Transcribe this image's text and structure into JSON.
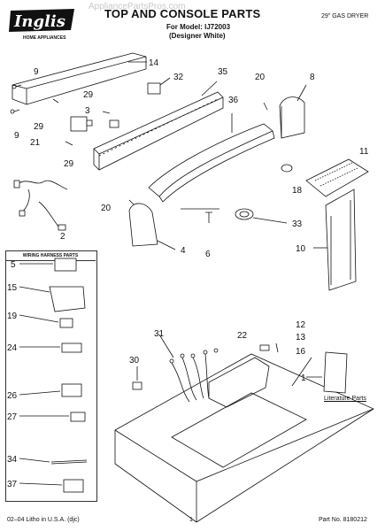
{
  "header": {
    "watermark": "AppliancePartsPros.com",
    "logo_text": "Inglis",
    "logo_subtext": "HOME APPLIANCES",
    "title": "TOP AND CONSOLE PARTS",
    "model_line": "For Model: IJ72003",
    "color_line": "(Designer White)",
    "product_type": "29\" GAS DRYER"
  },
  "harness_box": {
    "title": "WIRING HARNESS PARTS"
  },
  "literature": {
    "label": "Literature Parts"
  },
  "footer": {
    "left": "02–04 Litho in U.S.A. (djc)",
    "center": "1",
    "right": "Part No. 8180212"
  },
  "callouts": {
    "c1": "1",
    "c2": "2",
    "c3": "3",
    "c4": "4",
    "c5": "5",
    "c6": "6",
    "c8": "8",
    "c9a": "9",
    "c9b": "9",
    "c10": "10",
    "c11": "11",
    "c12": "12",
    "c13": "13",
    "c14": "14",
    "c15": "15",
    "c16": "16",
    "c18": "18",
    "c19": "19",
    "c20a": "20",
    "c20b": "20",
    "c21": "21",
    "c22": "22",
    "c24": "24",
    "c26": "26",
    "c27": "27",
    "c29a": "29",
    "c29b": "29",
    "c29c": "29",
    "c30": "30",
    "c31": "31",
    "c32": "32",
    "c33": "33",
    "c34": "34",
    "c35": "35",
    "c36": "36",
    "c37": "37"
  },
  "colors": {
    "ink": "#111111",
    "logo_bg": "#111111",
    "paper": "#ffffff"
  }
}
